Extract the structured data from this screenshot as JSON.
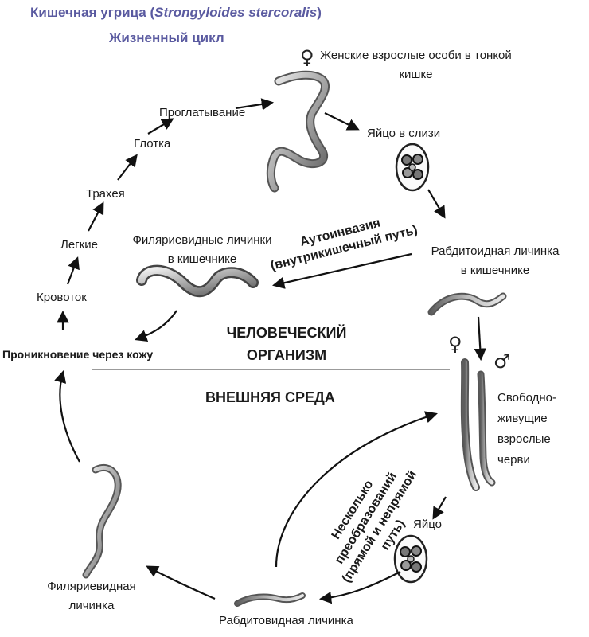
{
  "title": {
    "line1_prefix": "Кишечная угрица (",
    "line1_latin": "Strongyloides stercoralis",
    "line1_suffix": ")",
    "line2": "Жизненный цикл"
  },
  "zones": {
    "host": "ЧЕЛОВЕЧЕСКИЙ ОРГАНИЗМ",
    "external": "ВНЕШНЯЯ СРЕДА"
  },
  "labels": {
    "female_adults": "Женские взрослые особи в тонкой кишке",
    "egg_in_mucus": "Яйцо в слизи",
    "rhabditoid_intestine": "Рабдитоидная личинка в кишечнике",
    "autoinvasion": "Аутоинвазия (внутрикишечный путь)",
    "filariform_intestine": "Филяриевидные личинки в кишечнике",
    "swallowing": "Проглатывание",
    "pharynx": "Глотка",
    "trachea": "Трахея",
    "lungs": "Легкие",
    "bloodstream": "Кровоток",
    "skin_penetration": "Проникновение через кожу",
    "free_living": "Свободно-живущие взрослые черви",
    "egg": "Яйцо",
    "transformations": "Несколько преобразований (прямой и непрямой путь)",
    "rhabditoid_larva": "Рабдитовидная личинка",
    "filariform_larva": "Филяриевидная личинка"
  },
  "symbols": {
    "female": "♀",
    "male": "♂"
  },
  "colors": {
    "title": "#5a5aa0",
    "text": "#1a1a1a",
    "arrow": "#111111",
    "divider": "#7a7a7a",
    "worm_light": "#e6e6e6",
    "worm_dark": "#6e6e6e"
  }
}
